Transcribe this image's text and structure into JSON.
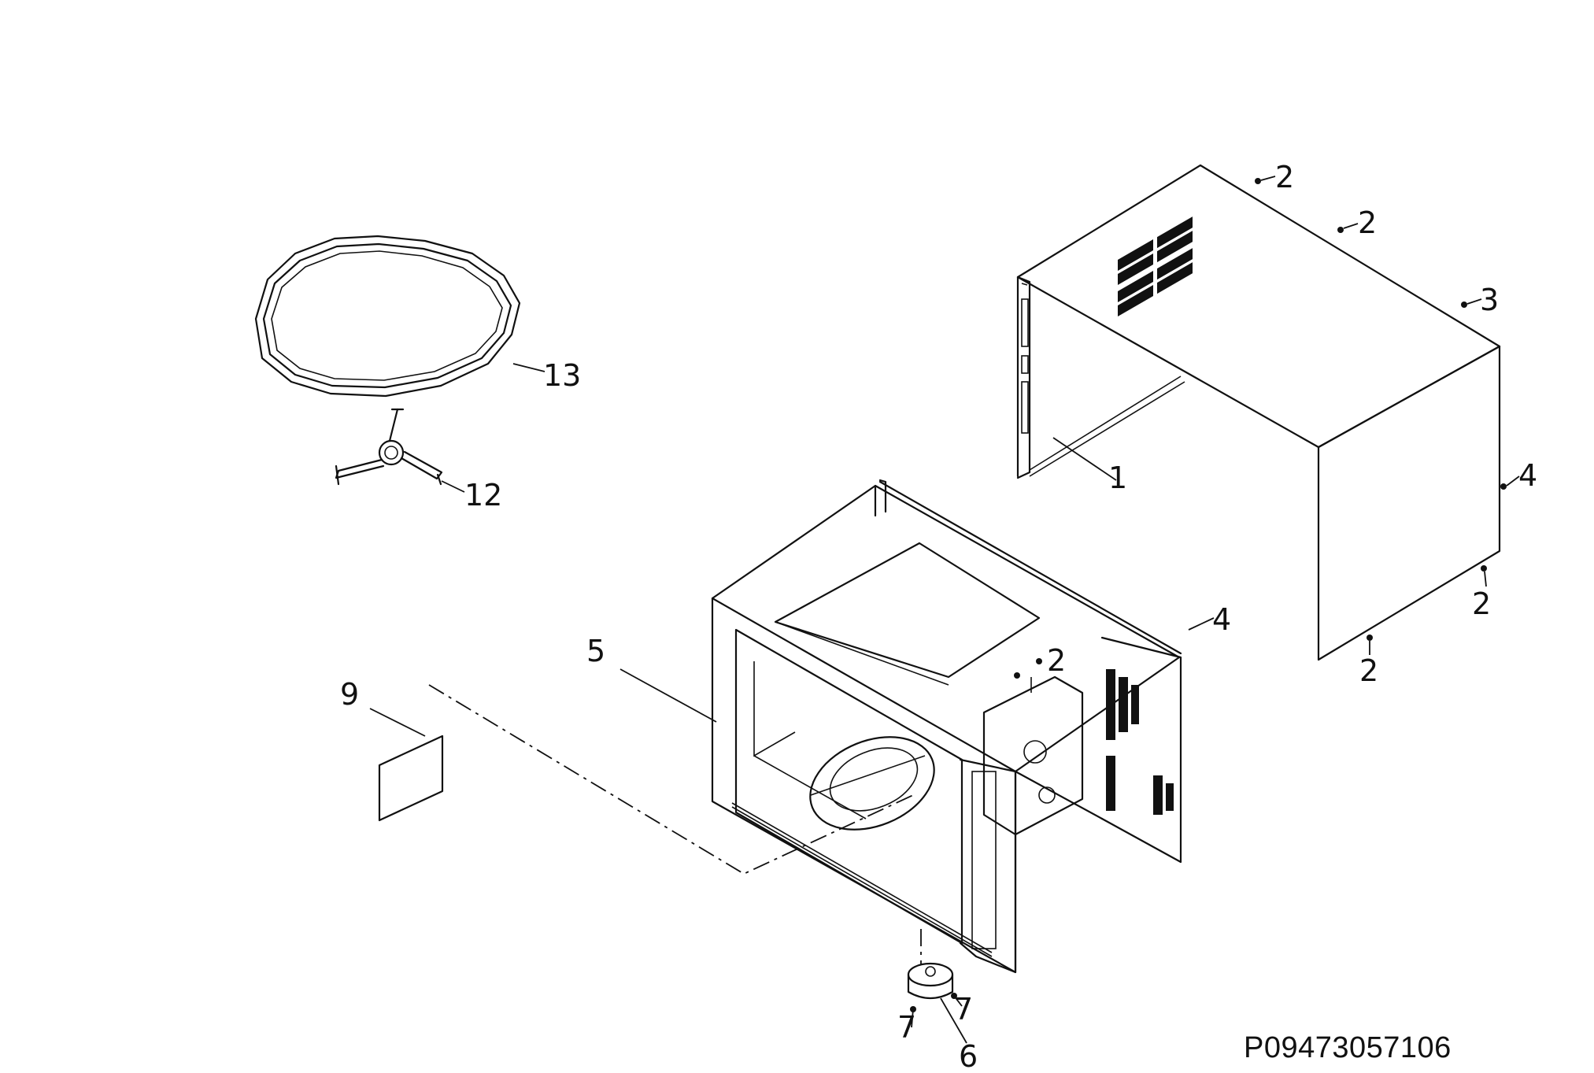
{
  "drawing_code": "P09473057106",
  "callouts": {
    "c1": "1",
    "c2a": "2",
    "c2b": "2",
    "c2c": "2",
    "c2d": "2",
    "c2e": "2",
    "c3": "3",
    "c4a": "4",
    "c4b": "4",
    "c5": "5",
    "c6": "6",
    "c7a": "7",
    "c7b": "7",
    "c9": "9",
    "c12": "12",
    "c13": "13"
  }
}
